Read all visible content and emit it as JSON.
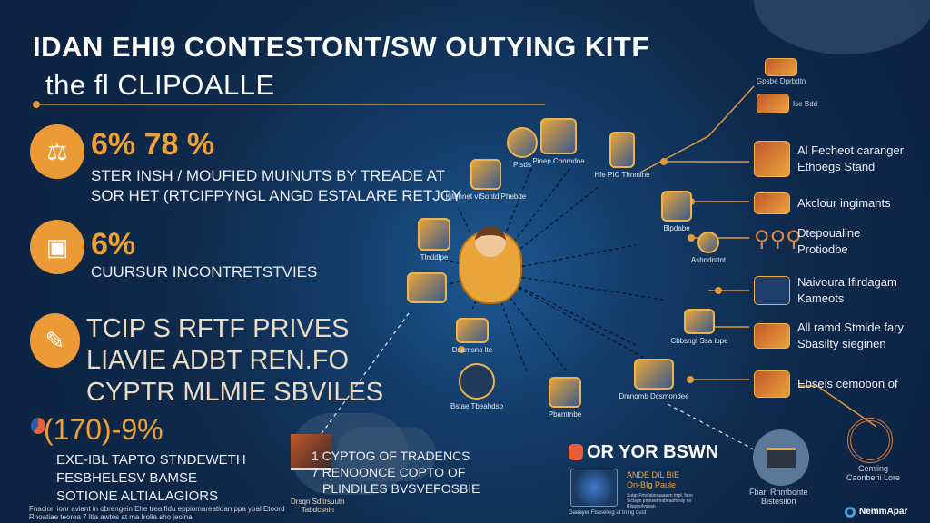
{
  "header": {
    "title_line1": "IDAN EHI9 CONTESTONT/SW OUTYING KITF",
    "title_line2": "the fl CLIPOALLE"
  },
  "stats": [
    {
      "value": "6% 78 %",
      "lines": [
        "STER INSH / MOUFIED MUINUTS BY TREADE AT",
        "SOR HET (RTCIFPYNGL ANGD ESTALARE RETJCY"
      ],
      "icon": "scale-icon"
    },
    {
      "value": "6%",
      "lines": [
        "CUURSUR INCONTRETSTVIES"
      ],
      "icon": "document-icon"
    },
    {
      "value": "",
      "lines": [
        "TCIP S RFTF PRIVES",
        "LIAVIE ADBT REN.FO",
        "CYPTR MLMIE SBVILES"
      ],
      "icon": "tag-icon"
    },
    {
      "value": "(170)-9%",
      "lines": [
        "EXE-IBL TAPTO STNDEWETH",
        "FESBHELESV BAMSE",
        "SOTIONE ALTIALAGIORS"
      ],
      "icon": "pie-icon"
    }
  ],
  "footnote": [
    "Fnacion ionr aviant in obrengein Ehe trea fidu eppiomareatioan ppa yoal Etoord",
    "Rhoatiae teorea 7 ltia awtes at ma frolia sho jeoina"
  ],
  "center_nodes": [
    {
      "label": "Ptsds"
    },
    {
      "label": "Pinep Cbnmdna"
    },
    {
      "label": "Hfe PIC Thnmine"
    },
    {
      "label": "Kjtehnet vtSontd Phebde"
    },
    {
      "label": "Tlnddlpe"
    },
    {
      "label": "Blpdabe"
    },
    {
      "label": "Ashndnttnt"
    },
    {
      "label": "Cbbsngt Ssa ibpe"
    },
    {
      "label": "Dsamsno lte"
    },
    {
      "label": "Bstae Tbeahdsb"
    },
    {
      "label": "Dmnomb Dcsmondee"
    },
    {
      "label": "Pbamtnbe"
    }
  ],
  "right_items": [
    {
      "label": "Gpsbe Dprbdtn"
    },
    {
      "label": "Ise Bdd"
    },
    {
      "label": "Al Fecheot caranger\nEthoegs Stand"
    },
    {
      "label": "Akclour ingimants"
    },
    {
      "label": "Dtepoualine\nProtiodbe"
    },
    {
      "label": "Naivoura Ifirdagam\nKameots"
    },
    {
      "label": "All ramd Stmide fary\nSbasilty sieginen"
    },
    {
      "label": "Ebseis cemobon of"
    }
  ],
  "cloud": {
    "caption": "Drsqn Sdltrsuutn\nTabdcsnin",
    "lines": [
      "1 CYPTOG OF TRADENCS",
      "7 RENOONCE COPTO OF",
      "PLINDILES BVSVEFOSBIE"
    ]
  },
  "bottom": {
    "heading": "OR YOR BSWN",
    "card_title": "ANDE DIL BIE\nOn-BIg Paule",
    "card_text": "Sutgr Fmsfatonaaasen trrpl, fsno Siclagn pmnsetmabeaoforsly ne Rliaonolygean",
    "card_caption": "Gaeayer Fbaselleg at tn ng dust",
    "device_caption": "Fbarj Rnmbonte\nBistesiion",
    "maze_caption": "Cemiing\nCaonberii Lore",
    "logo": "NemmApar"
  }
}
